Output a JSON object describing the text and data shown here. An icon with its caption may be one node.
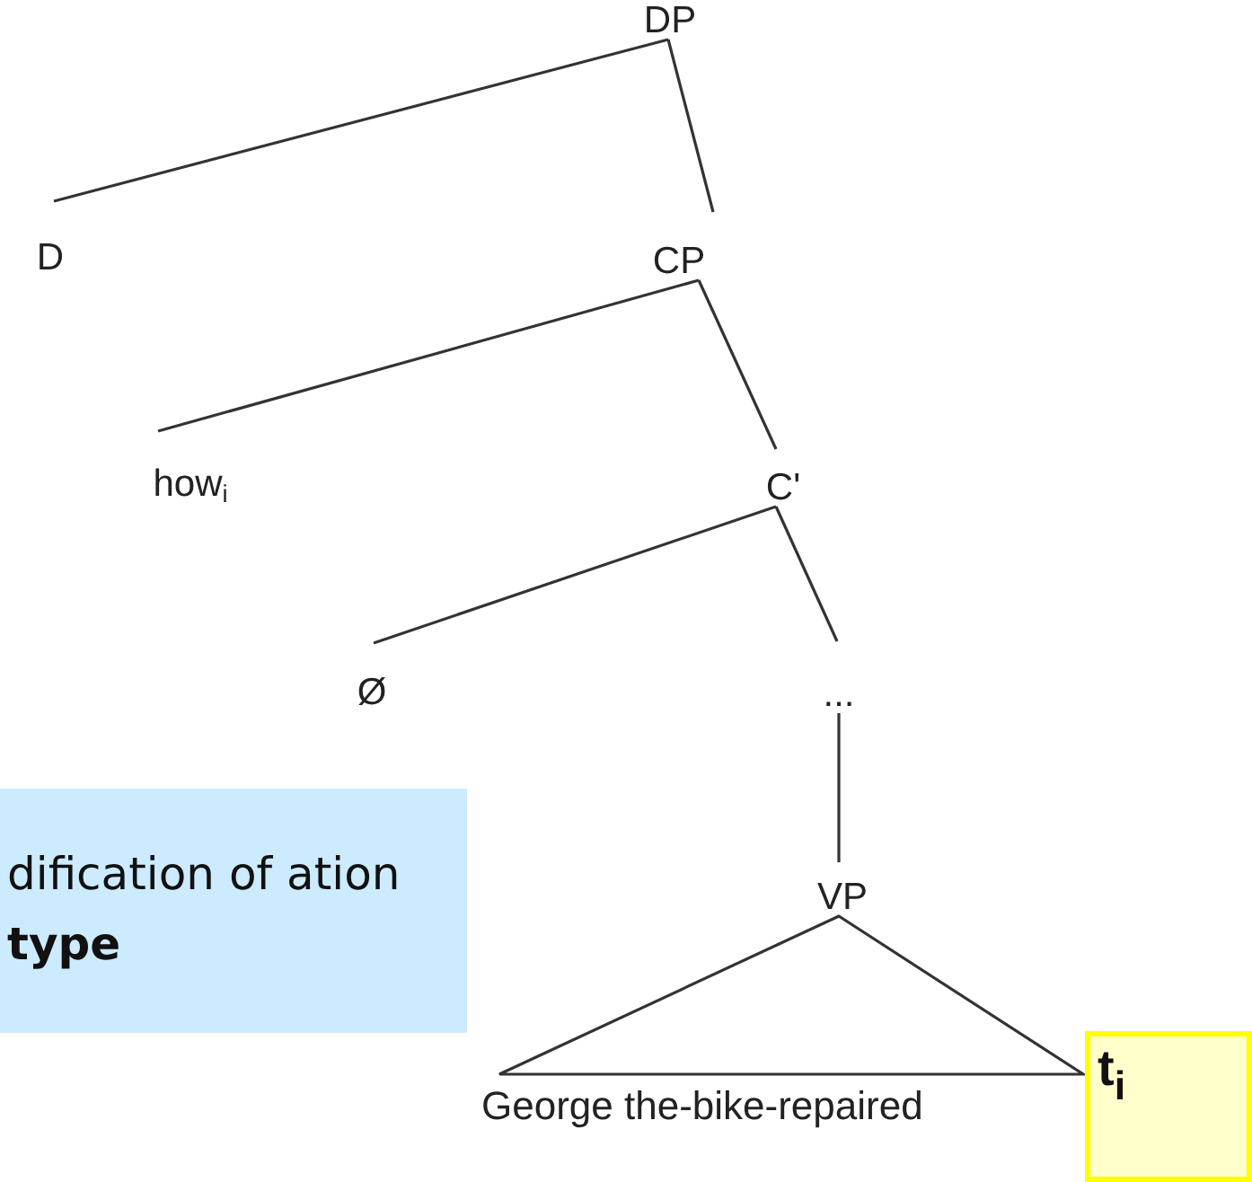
{
  "diagram": {
    "nodes": [
      {
        "text": [
          "DP"
        ]
      },
      {
        "text": [
          "D"
        ]
      },
      {
        "text": [
          "CP"
        ]
      },
      {
        "text": [
          "how$_{i}$"
        ]
      },
      {
        "text": [
          "C'"
        ]
      },
      {
        "text": [
          "Ø"
        ]
      },
      {
        "text": [
          "..."
        ]
      },
      {
        "text": [
          "VP"
        ]
      },
      {
        "text": [
          "dification of ation **type**"
        ]
      },
      {
        "text": [
          "t$_{i}$"
        ]
      }
    ],
    "edges": [
      {
        "from": 0,
        "to": 1,
        "arrow": "none"
      },
      {
        "from": 0,
        "to": 2,
        "arrow": "none"
      },
      {
        "from": 2,
        "to": 3,
        "arrow": "none"
      },
      {
        "from": 2,
        "to": 4,
        "arrow": "none"
      },
      {
        "from": 4,
        "to": 5,
        "arrow": "none"
      },
      {
        "from": 4,
        "to": 6,
        "arrow": "none"
      },
      {
        "from": 6,
        "to": 7,
        "arrow": "none"
      }
    ],
    "labels": [
      "George the-bike-repaired"
    ]
  }
}
